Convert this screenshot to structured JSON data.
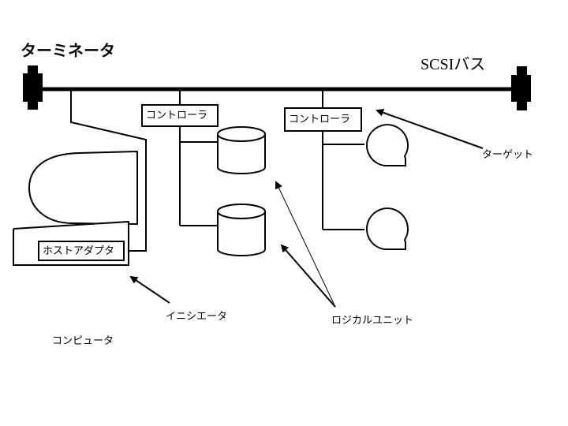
{
  "labels": {
    "terminator": "ターミネータ",
    "scsi_bus": "SCSIバス",
    "controller_1": "コントローラ",
    "controller_2": "コントローラ",
    "target": "ターゲット",
    "host_adapter": "ホストアダプタ",
    "initiator": "イニシエータ",
    "logical_unit": "ロジカルユニット",
    "computer": "コンピュータ"
  },
  "components": {
    "terminators": [
      "left-terminator",
      "right-terminator"
    ],
    "controllers": [
      {
        "label_key": "controller_1",
        "devices": [
          "disk",
          "disk"
        ]
      },
      {
        "label_key": "controller_2",
        "devices": [
          "tape",
          "tape"
        ]
      }
    ],
    "computer": {
      "adapter_label_key": "host_adapter"
    }
  },
  "colors": {
    "line": "#000000",
    "background": "#ffffff"
  }
}
